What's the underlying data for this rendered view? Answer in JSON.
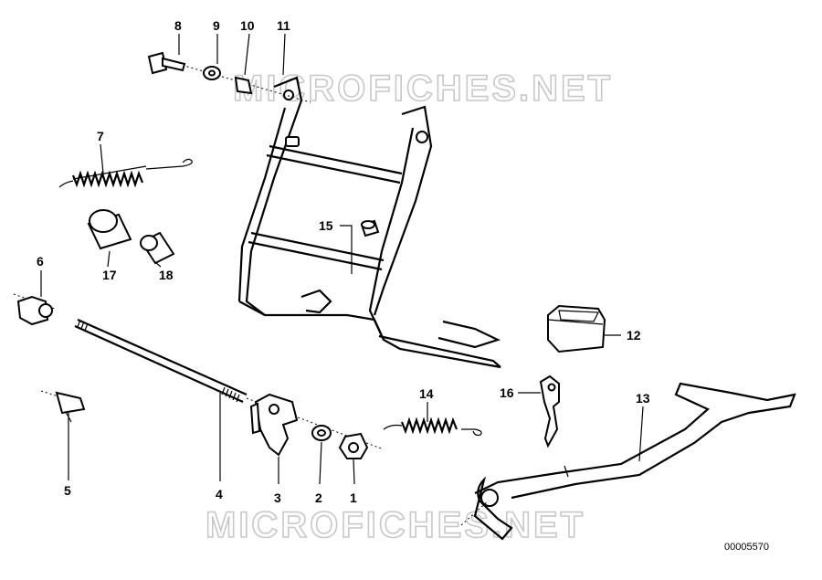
{
  "watermark": {
    "top": "MICROFICHES.NET",
    "bottom": "MICROFICHES.NET"
  },
  "reference_number": "00005570",
  "callouts": [
    {
      "id": "1"
    },
    {
      "id": "2"
    },
    {
      "id": "3"
    },
    {
      "id": "4"
    },
    {
      "id": "5"
    },
    {
      "id": "6"
    },
    {
      "id": "7"
    },
    {
      "id": "8"
    },
    {
      "id": "9"
    },
    {
      "id": "10"
    },
    {
      "id": "11"
    },
    {
      "id": "12"
    },
    {
      "id": "13"
    },
    {
      "id": "14"
    },
    {
      "id": "15"
    },
    {
      "id": "16"
    },
    {
      "id": "17"
    },
    {
      "id": "18"
    }
  ]
}
